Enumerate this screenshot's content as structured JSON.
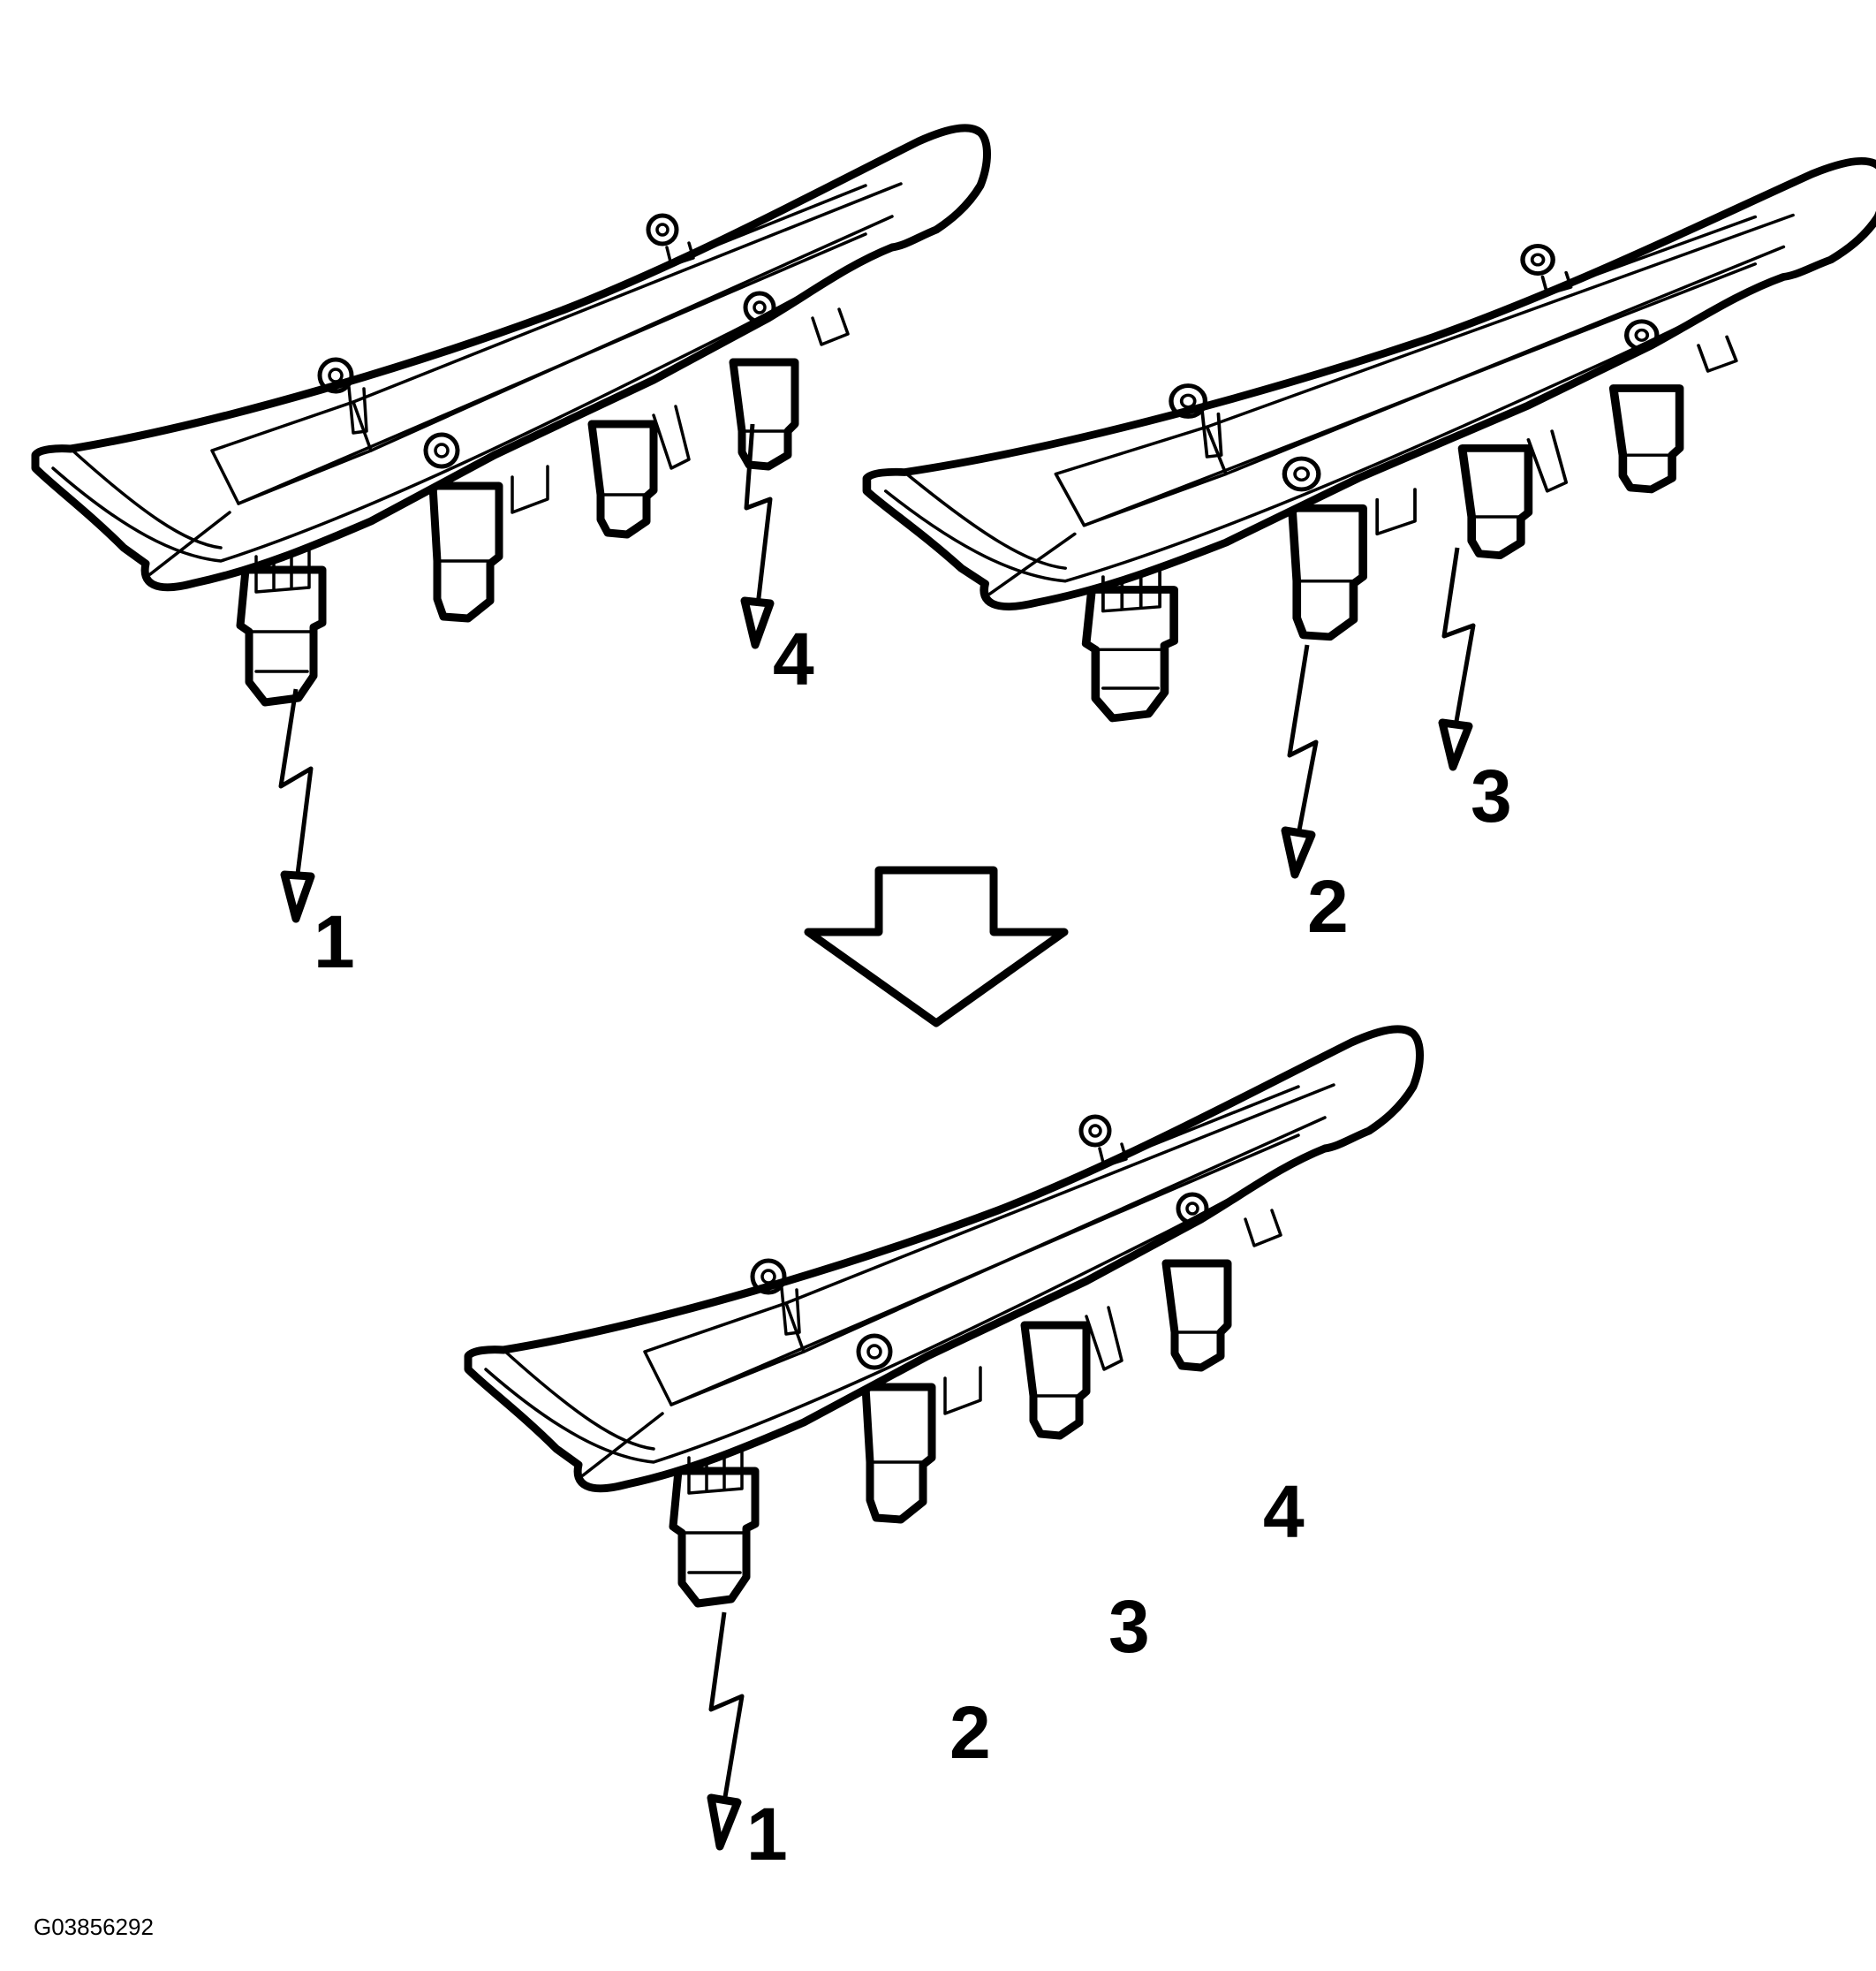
{
  "labels": {
    "top_left_1": "1",
    "top_left_4": "4",
    "top_right_2": "2",
    "top_right_3": "3",
    "bottom_1": "1",
    "bottom_2": "2",
    "bottom_3": "3",
    "bottom_4": "4"
  },
  "figure_code": "G03856292",
  "colors": {
    "stroke": "#000000",
    "background": "#ffffff"
  }
}
